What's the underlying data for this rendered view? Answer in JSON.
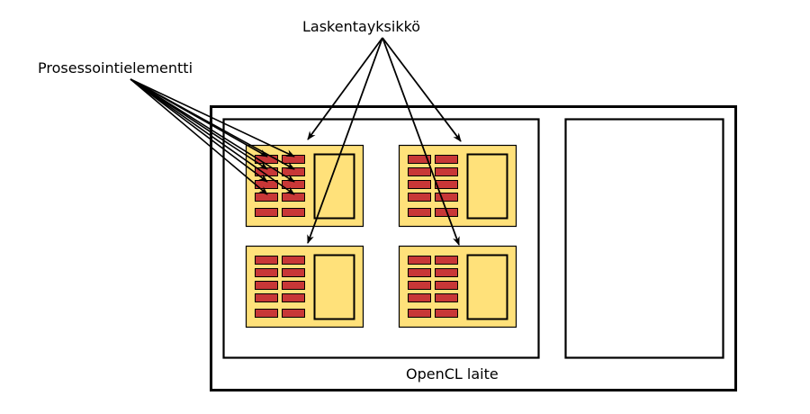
{
  "labels": {
    "compute_unit": "Laskentayksikkö",
    "processing_element": "Prosessointielementti",
    "device": "OpenCL laite"
  },
  "colors": {
    "compute_unit_fill": "#ffe17a",
    "processing_element_fill": "#c83737",
    "stroke": "#000000",
    "background": "#ffffff"
  },
  "structure": {
    "device_count": 1,
    "compute_unit_groups": 2,
    "compute_units_shown": 4,
    "processing_elements_per_compute_unit": 10,
    "pe_rows": 5,
    "pe_cols": 2,
    "pe_arrows": 8
  }
}
